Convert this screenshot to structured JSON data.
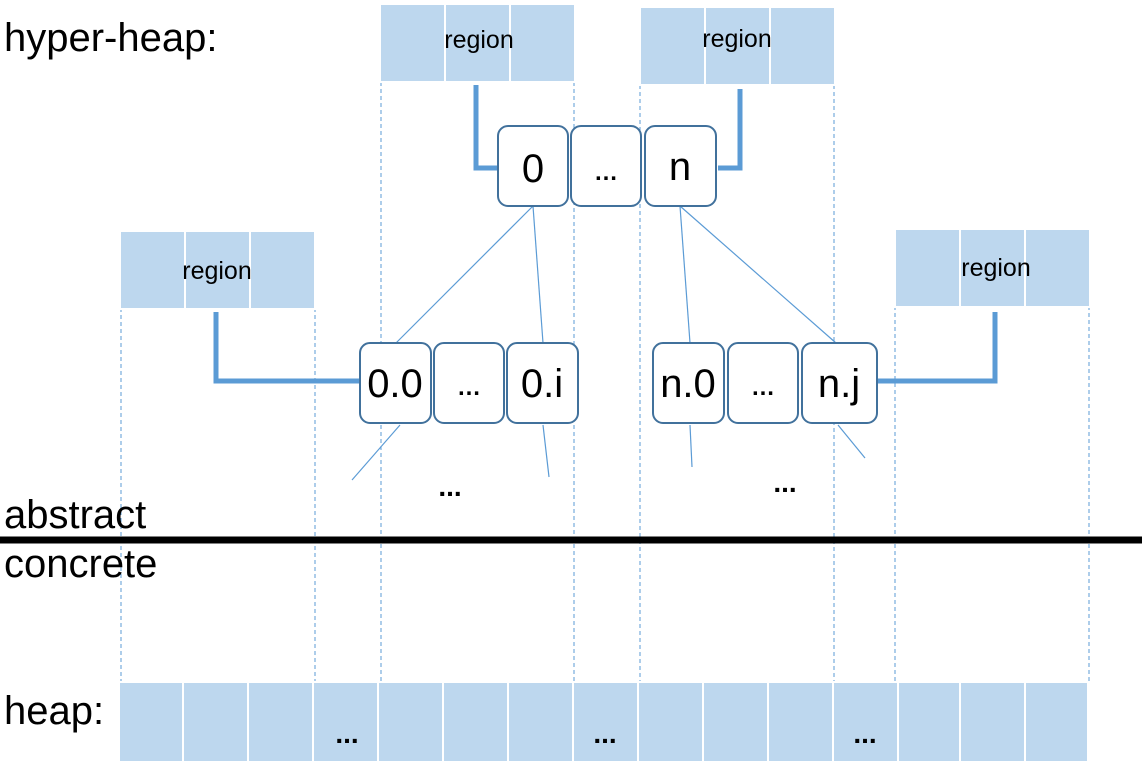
{
  "labels": {
    "hyper_heap": "hyper-heap:",
    "abstract": "abstract",
    "concrete": "concrete",
    "heap": "heap:"
  },
  "regions": [
    {
      "id": "r-top-left",
      "label": "region"
    },
    {
      "id": "r-top-right",
      "label": "region"
    },
    {
      "id": "r-mid-left",
      "label": "region"
    },
    {
      "id": "r-mid-right",
      "label": "region"
    }
  ],
  "top_nodes": [
    "0",
    "…",
    "n"
  ],
  "left_nodes": [
    "0.0",
    "…",
    "0.i"
  ],
  "right_nodes": [
    "n.0",
    "…",
    "n.j"
  ],
  "continuation": {
    "left": "...",
    "right": "..."
  },
  "heap_dots": [
    "...",
    "...",
    "..."
  ],
  "colors": {
    "cell_fill": "#bdd7ee",
    "line": "#5b9bd5",
    "node_stroke": "#41719c",
    "divider": "#000000"
  }
}
